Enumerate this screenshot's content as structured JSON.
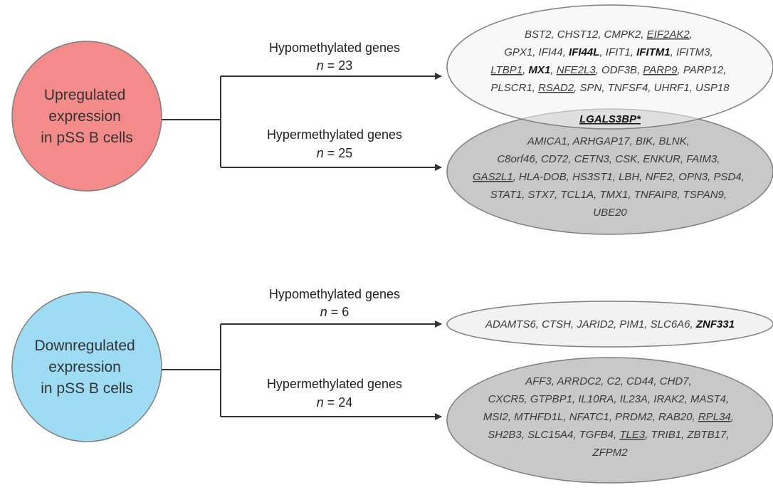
{
  "colors": {
    "up_circle": "#f48b8b",
    "down_circle": "#9edcf4",
    "hypo_ellipse": "#f2f2f2",
    "hyper_ellipse": "#c8c8c8",
    "stroke": "#7f7f7f",
    "connector": "#333333"
  },
  "groups": [
    {
      "label_lines": [
        "Upregulated",
        "expression",
        "in pSS B cells"
      ],
      "branches": [
        {
          "title": "Hypomethylated genes",
          "n_prefix": "n",
          "n_suffix": " = 23",
          "gene_lines": [
            [
              {
                "t": "BST2, CHST12, CMPK2, "
              },
              {
                "t": "EIF2AK2",
                "u": true
              },
              {
                "t": ","
              }
            ],
            [
              {
                "t": "GPX1, IFI44, "
              },
              {
                "t": "IFI44L",
                "b": true
              },
              {
                "t": ", IFIT1, "
              },
              {
                "t": "IFITM1",
                "b": true
              },
              {
                "t": ", IFITM3,"
              }
            ],
            [
              {
                "t": "LTBP1",
                "u": true
              },
              {
                "t": ", "
              },
              {
                "t": "MX1",
                "b": true
              },
              {
                "t": ", "
              },
              {
                "t": "NFE2L3",
                "u": true
              },
              {
                "t": ", ODF3B, "
              },
              {
                "t": "PARP9",
                "u": true
              },
              {
                "t": ", PARP12,"
              }
            ],
            [
              {
                "t": "PLSCR1, "
              },
              {
                "t": "RSAD2",
                "u": true
              },
              {
                "t": ", SPN, TNFSF4, UHRF1, USP18"
              }
            ]
          ]
        },
        {
          "title": "Hypermethylated genes",
          "n_prefix": "n",
          "n_suffix": " = 25",
          "gene_lines": [
            [
              {
                "t": "AMICA1, ARHGAP17, BIK, BLNK,"
              }
            ],
            [
              {
                "t": "C8orf46, CD72, CETN3, CSK, ENKUR, FAIM3,"
              }
            ],
            [
              {
                "t": "GAS2L1",
                "u": true
              },
              {
                "t": ", HLA-DOB, HS3ST1, LBH, NFE2, OPN3, PSD4,"
              }
            ],
            [
              {
                "t": "STAT1, STX7, TCL1A, TMX1, TNFAIP8, TSPAN9,"
              }
            ],
            [
              {
                "t": "UBE20"
              }
            ]
          ]
        }
      ],
      "shared_gene": "LGALS3BP*"
    },
    {
      "label_lines": [
        "Downregulated",
        "expression",
        "in pSS B cells"
      ],
      "branches": [
        {
          "title": "Hypomethylated genes",
          "n_prefix": "n",
          "n_suffix": " = 6",
          "gene_lines": [
            [
              {
                "t": "ADAMTS6, CTSH, JARID2, PIM1, SLC6A6, "
              },
              {
                "t": "ZNF331",
                "b": true
              }
            ]
          ]
        },
        {
          "title": "Hypermethylated genes",
          "n_prefix": "n",
          "n_suffix": " = 24",
          "gene_lines": [
            [
              {
                "t": "AFF3, ARRDC2, C2, CD44, CHD7,"
              }
            ],
            [
              {
                "t": "CXCR5, GTPBP1, IL10RA, IL23A, IRAK2, MAST4,"
              }
            ],
            [
              {
                "t": "MSI2, MTHFD1L, NFATC1, PRDM2, RAB20, "
              },
              {
                "t": "RPL34",
                "u": true
              },
              {
                "t": ","
              }
            ],
            [
              {
                "t": "SH2B3, SLC15A4, TGFB4, "
              },
              {
                "t": "TLE3",
                "u": true
              },
              {
                "t": ", TRIB1, ZBTB17,"
              }
            ],
            [
              {
                "t": "ZFPM2"
              }
            ]
          ]
        }
      ]
    }
  ]
}
